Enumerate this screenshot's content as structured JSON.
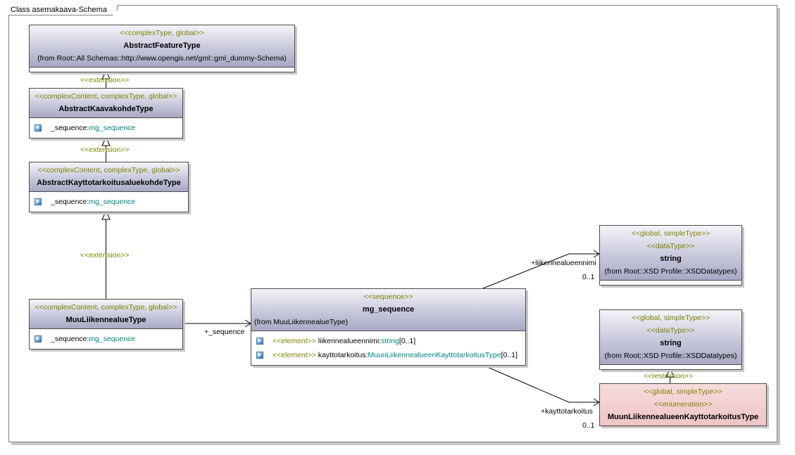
{
  "frame": {
    "title": "Class asemakaava-Schema"
  },
  "classes": {
    "abstract_feature": {
      "stereotype": "<<complexType, global>>",
      "name": "AbstractFeatureType",
      "from": "(from Root::All Schemas::http://www.opengis.net/gml::gml_dummy-Schema)"
    },
    "abstract_kaavakohde": {
      "stereotype": "<<complexContent, complexType, global>>",
      "name": "AbstractKaavakohdeType",
      "attr_name": "_sequence:",
      "attr_type": "mg_sequence"
    },
    "abstract_kayttotarkoitus": {
      "stereotype": "<<complexContent, complexType, global>>",
      "name": "AbstractKayttotarkoitusaluekohdeType",
      "attr_name": "_sequence:",
      "attr_type": "mg_sequence"
    },
    "muu_liikennealue": {
      "stereotype": "<<complexContent, complexType, global>>",
      "name": "MuuLiikennealueType",
      "attr_name": "_sequence:",
      "attr_type": "mg_sequence"
    },
    "mg_sequence": {
      "stereotype": "<<sequence>>",
      "name": "mg_sequence",
      "from": "(from MuuLiikennealueType)",
      "attrs": [
        {
          "stereotype": "<<element>>",
          "name": " liikennealueennimi:",
          "type": "string",
          "mult": "[0..1]"
        },
        {
          "stereotype": "<<element>>",
          "name": " kayttotarkoitus:",
          "type": "MuunLiikennealueenKayttotarkoitusType",
          "mult": "[0..1]"
        }
      ]
    },
    "string1": {
      "stereotype1": "<<global, simpleType>>",
      "stereotype2": "<<dataType>>",
      "name": "string",
      "from": "(from Root::XSD Profile::XSDDatatypes)"
    },
    "string2": {
      "stereotype1": "<<global, simpleType>>",
      "stereotype2": "<<dataType>>",
      "name": "string",
      "from": "(from Root::XSD Profile::XSDDatatypes)"
    },
    "enum": {
      "stereotype1": "<<global, simpleType>>",
      "stereotype2": "<<enumeration>>",
      "name": "MuunLiikennealueenKayttotarkoitusType"
    }
  },
  "labels": {
    "ext1": "<<extension>>",
    "ext2": "<<extension>>",
    "ext3": "<<extension>>",
    "restriction": "<<restriction>>",
    "seq_role": "+_sequence",
    "role_nimi": "+liikennealueennimi",
    "mult_nimi": "0..1",
    "role_kayttotarkoitus": "+kayttotarkoitus",
    "mult_kayttotarkoitus": "0..1"
  },
  "colors": {
    "stereotype": "#7f7f00",
    "type_ref": "#008080",
    "class_header": "#a8a8c4",
    "enum_header": "#efc4c4",
    "line": "#000000"
  }
}
